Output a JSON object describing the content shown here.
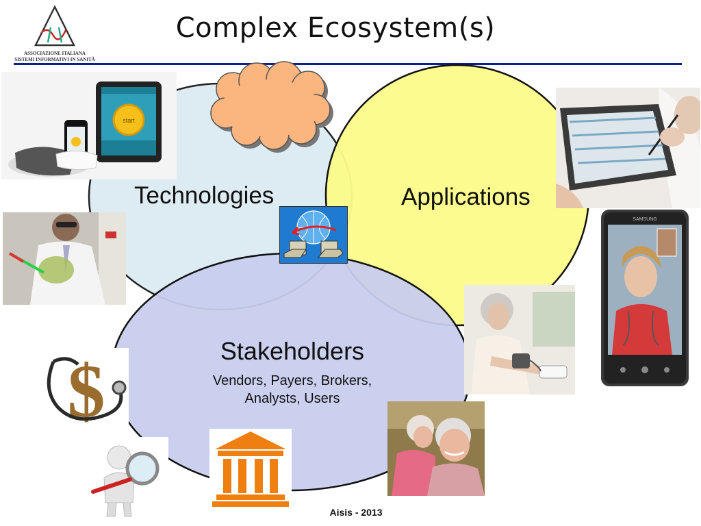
{
  "slide": {
    "title": "Complex Ecosystem(s)",
    "footer": "Aisis - 2013"
  },
  "logo": {
    "line1": "ASSOCIAZIONE ITALIANA",
    "line2": "SISTEMI INFORMATIVI IN SANITÀ"
  },
  "diagram": {
    "technologies": "Technologies",
    "applications": "Applications",
    "stakeholders": "Stakeholders",
    "stakeholders_sub_line1": "Vendors, Payers, Brokers,",
    "stakeholders_sub_line2": "Analysts, Users"
  },
  "devices": {
    "tablet_button": "start",
    "phone_brand": "SAMSUNG"
  },
  "colors": {
    "technologies_fill": "#dcecf2",
    "applications_fill": "#fbfb8a",
    "stakeholders_fill": "#c8cdee",
    "cloud_fill": "#fbb57e",
    "title_rule": "#0a1e8c",
    "bank_icon": "#f07f12"
  }
}
